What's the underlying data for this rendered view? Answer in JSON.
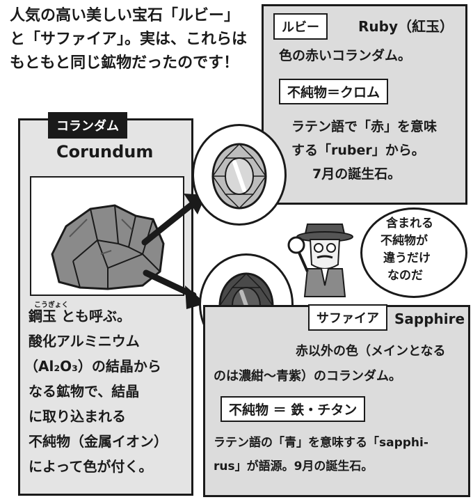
{
  "intro": {
    "line1": "人気の高い美しい宝石「ルビー」",
    "line2": "と「サファイア」。実は、これらは",
    "line3": "もともと同じ鉱物だったのです！"
  },
  "ruby": {
    "tag": "ルビー",
    "english": "Ruby（紅玉）",
    "desc": "色の赤いコランダム。",
    "impurity": "不純物＝クロム",
    "line1": "ラテン語で「赤」を意味",
    "line2": "する「ruber」から。",
    "line3": "7月の誕生石。"
  },
  "corundum": {
    "tag": "コランダム",
    "english": "Corundum",
    "ruby_reading": "こうぎょく",
    "line1": "鋼玉 とも呼ぶ。",
    "line2": "酸化アルミニウム",
    "line3": "（Al₂O₃）の結晶から",
    "line4": "なる鉱物で、結晶",
    "line5": "に取り込まれる",
    "line6": "不純物（金属イオン）",
    "line7": "によって色が付く。"
  },
  "detective": {
    "line1": "含まれる",
    "line2": "不純物が",
    "line3": "違うだけ",
    "line4": "なのだ"
  },
  "sapphire": {
    "tag": "サファイア",
    "english": "Sapphire",
    "line1": "赤以外の色（メインとなる",
    "line2": "のは濃紺～青紫）のコランダム。",
    "impurity": "不純物 ＝ 鉄・チタン",
    "line3": "ラテン語の「青」を意味する「sapphi-",
    "line4": "rus」が語源。9月の誕生石。"
  },
  "colors": {
    "panel": "#dcdcdc",
    "ink": "#1a1a1a",
    "ruby_gem": "#bdbdbd",
    "sapphire_gem": "#4a4a4a"
  }
}
